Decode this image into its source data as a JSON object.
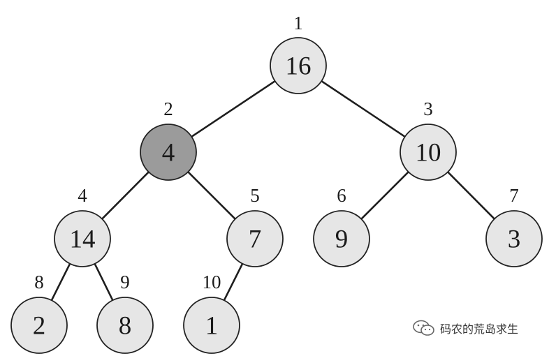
{
  "colors": {
    "node_fill": "#e6e6e6",
    "highlight_fill": "#9b9b9b",
    "edge": "#1e1e1e",
    "text": "#1a1a1a"
  },
  "tree": {
    "nodes": [
      {
        "index": "1",
        "value": "16",
        "highlighted": false
      },
      {
        "index": "2",
        "value": "4",
        "highlighted": true
      },
      {
        "index": "3",
        "value": "10",
        "highlighted": false
      },
      {
        "index": "4",
        "value": "14",
        "highlighted": false
      },
      {
        "index": "5",
        "value": "7",
        "highlighted": false
      },
      {
        "index": "6",
        "value": "9",
        "highlighted": false
      },
      {
        "index": "7",
        "value": "3",
        "highlighted": false
      },
      {
        "index": "8",
        "value": "2",
        "highlighted": false
      },
      {
        "index": "9",
        "value": "8",
        "highlighted": false
      },
      {
        "index": "10",
        "value": "1",
        "highlighted": false
      }
    ],
    "edges": [
      [
        "1",
        "2"
      ],
      [
        "1",
        "3"
      ],
      [
        "2",
        "4"
      ],
      [
        "2",
        "5"
      ],
      [
        "3",
        "6"
      ],
      [
        "3",
        "7"
      ],
      [
        "4",
        "8"
      ],
      [
        "4",
        "9"
      ],
      [
        "5",
        "10"
      ]
    ]
  },
  "watermark": {
    "icon": "wechat-icon",
    "text": "码农的荒岛求生"
  }
}
